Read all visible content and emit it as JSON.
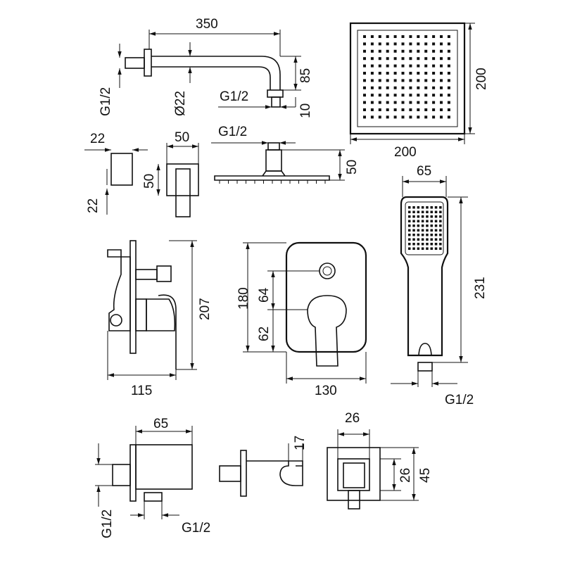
{
  "shower_arm": {
    "length": "350",
    "connection": "G1/2",
    "diameter": "Ø22",
    "outlet": "G1/2",
    "drop": "85",
    "outlet_height": "10"
  },
  "head_plate": {
    "height": "200",
    "width": "200"
  },
  "small_parts": {
    "knob_width": "22",
    "knob_height": "22",
    "cover_width": "50",
    "cover_height": "50"
  },
  "head_profile": {
    "connection": "G1/2",
    "height": "50"
  },
  "hand_shower": {
    "width": "65",
    "length": "231",
    "connection": "G1/2"
  },
  "mixer_side": {
    "height": "207",
    "depth": "115"
  },
  "mixer_front": {
    "height": "180",
    "upper": "64",
    "lower": "62",
    "width": "130"
  },
  "wall_outlet": {
    "length": "65",
    "inlet": "G1/2",
    "outlet": "G1/2"
  },
  "holder": {
    "offset": "17"
  },
  "holder_front": {
    "width": "26",
    "inner_height": "26",
    "height": "45"
  },
  "colors": {
    "line": "#111111",
    "background": "#ffffff"
  }
}
